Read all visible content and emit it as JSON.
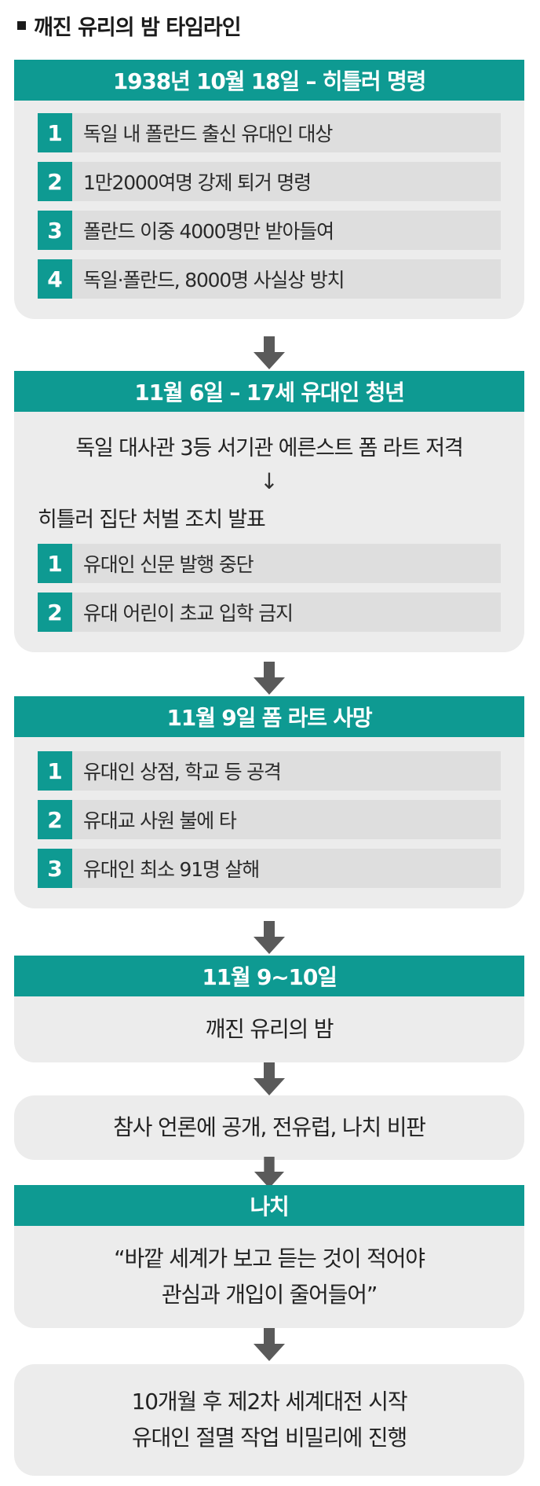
{
  "title": "깨진 유리의 밤 타임라인",
  "sections": {
    "s1": {
      "header": "1938년 10월 18일 – 히틀러 명령",
      "items": [
        {
          "num": "1",
          "text": "독일 내 폴란드 출신 유대인 대상"
        },
        {
          "num": "2",
          "text": "1만2000여명 강제 퇴거 명령"
        },
        {
          "num": "3",
          "text": "폴란드 이중 4000명만 받아들여"
        },
        {
          "num": "4",
          "text": "독일·폴란드, 8000명 사실상 방치"
        }
      ]
    },
    "s2": {
      "header": "11월 6일 – 17세 유대인 청년",
      "lead": "독일 대사관 3등 서기관 에른스트 폼 라트 저격",
      "arrow": "↓",
      "sub": "히틀러 집단 처벌 조치 발표",
      "items": [
        {
          "num": "1",
          "text": "유대인 신문 발행 중단"
        },
        {
          "num": "2",
          "text": "유대 어린이 초교 입학 금지"
        }
      ]
    },
    "s3": {
      "header": "11월 9일 폼 라트 사망",
      "items": [
        {
          "num": "1",
          "text": "유대인 상점, 학교 등 공격"
        },
        {
          "num": "2",
          "text": "유대교 사원 불에 타"
        },
        {
          "num": "3",
          "text": "유대인 최소 91명 살해"
        }
      ]
    },
    "s4": {
      "header": "11월 9~10일",
      "text": "깨진 유리의 밤"
    },
    "s5": {
      "text": "참사 언론에 공개, 전유럽, 나치 비판"
    },
    "s6": {
      "header": "나치",
      "lines": [
        "“바깥 세계가 보고 듣는 것이 적어야",
        "관심과 개입이 줄어들어”"
      ]
    },
    "s7": {
      "lines": [
        "10개월 후 제2차 세계대전 시작",
        "유대인 절멸 작업 비밀리에 진행"
      ]
    }
  },
  "colors": {
    "accent": "#0e9a92",
    "panel": "#ececec",
    "item_bg": "#dedede",
    "arrow": "#5a5a5a"
  },
  "icons": {
    "title_marker": "black-square",
    "flow_arrow": "down-arrow"
  }
}
